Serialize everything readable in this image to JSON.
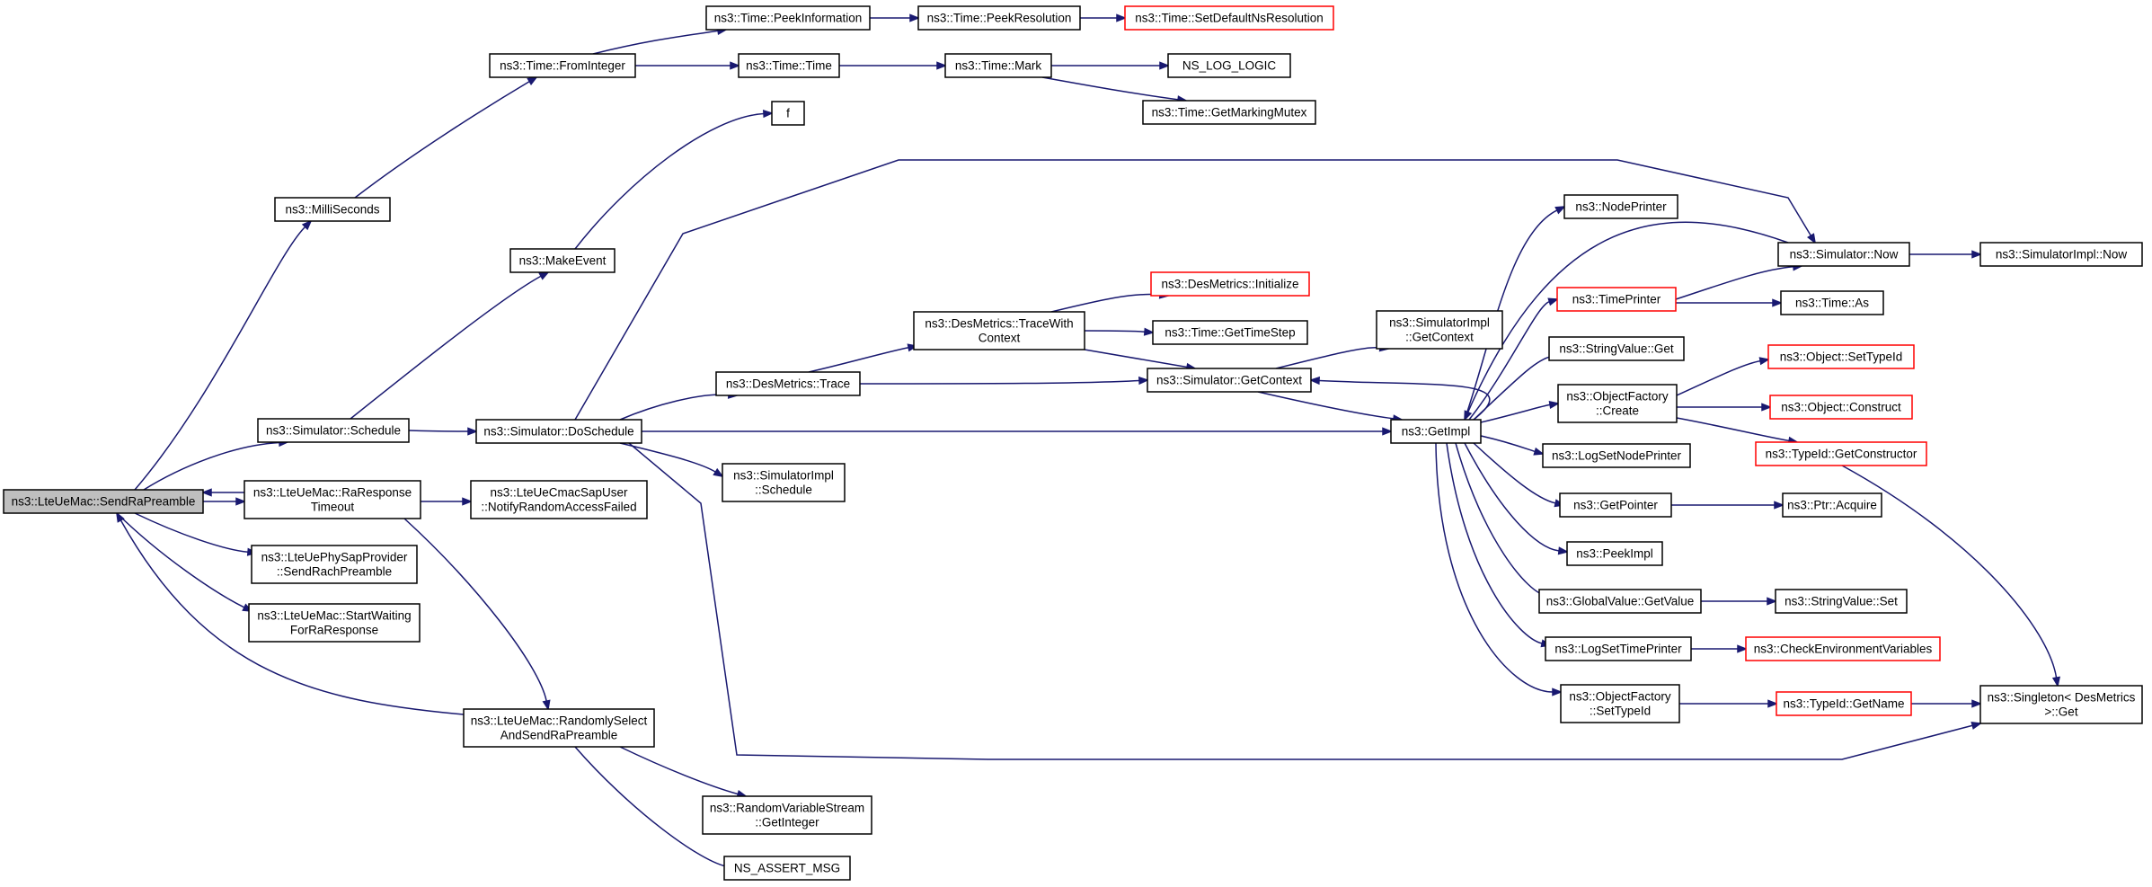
{
  "graph": {
    "nodes": {
      "root": {
        "lines": [
          "ns3::LteUeMac::SendRaPreamble"
        ]
      },
      "milliseconds": {
        "lines": [
          "ns3::MilliSeconds"
        ]
      },
      "fromInteger": {
        "lines": [
          "ns3::Time::FromInteger"
        ]
      },
      "peekInformation": {
        "lines": [
          "ns3::Time::PeekInformation"
        ]
      },
      "peekResolution": {
        "lines": [
          "ns3::Time::PeekResolution"
        ]
      },
      "setDefaultNsResolution": {
        "lines": [
          "ns3::Time::SetDefaultNsResolution"
        ]
      },
      "timeTime": {
        "lines": [
          "ns3::Time::Time"
        ]
      },
      "timeMark": {
        "lines": [
          "ns3::Time::Mark"
        ]
      },
      "nsLogLogic": {
        "lines": [
          "NS_LOG_LOGIC"
        ]
      },
      "getMarkingMutex": {
        "lines": [
          "ns3::Time::GetMarkingMutex"
        ]
      },
      "f": {
        "lines": [
          "f"
        ]
      },
      "makeEvent": {
        "lines": [
          "ns3::MakeEvent"
        ]
      },
      "schedule": {
        "lines": [
          "ns3::Simulator::Schedule"
        ]
      },
      "doSchedule": {
        "lines": [
          "ns3::Simulator::DoSchedule"
        ]
      },
      "desTrace": {
        "lines": [
          "ns3::DesMetrics::Trace"
        ]
      },
      "traceWithContext": {
        "lines": [
          "ns3::DesMetrics::TraceWith",
          "Context"
        ]
      },
      "desInitialize": {
        "lines": [
          "ns3::DesMetrics::Initialize"
        ]
      },
      "getTimeStep": {
        "lines": [
          "ns3::Time::GetTimeStep"
        ]
      },
      "getContext": {
        "lines": [
          "ns3::Simulator::GetContext"
        ]
      },
      "implGetContext": {
        "lines": [
          "ns3::SimulatorImpl",
          "::GetContext"
        ]
      },
      "implSchedule": {
        "lines": [
          "ns3::SimulatorImpl",
          "::Schedule"
        ]
      },
      "getImpl": {
        "lines": [
          "ns3::GetImpl"
        ]
      },
      "nodePrinter": {
        "lines": [
          "ns3::NodePrinter"
        ]
      },
      "timePrinter": {
        "lines": [
          "ns3::TimePrinter"
        ]
      },
      "simNow": {
        "lines": [
          "ns3::Simulator::Now"
        ]
      },
      "implNow": {
        "lines": [
          "ns3::SimulatorImpl::Now"
        ]
      },
      "timeAs": {
        "lines": [
          "ns3::Time::As"
        ]
      },
      "stringValueGet": {
        "lines": [
          "ns3::StringValue::Get"
        ]
      },
      "ofCreate": {
        "lines": [
          "ns3::ObjectFactory",
          "::Create"
        ]
      },
      "objSetTypeId": {
        "lines": [
          "ns3::Object::SetTypeId"
        ]
      },
      "objConstruct": {
        "lines": [
          "ns3::Object::Construct"
        ]
      },
      "getConstructor": {
        "lines": [
          "ns3::TypeId::GetConstructor"
        ]
      },
      "logSetNodePrinter": {
        "lines": [
          "ns3::LogSetNodePrinter"
        ]
      },
      "getPointer": {
        "lines": [
          "ns3::GetPointer"
        ]
      },
      "ptrAcquire": {
        "lines": [
          "ns3::Ptr::Acquire"
        ]
      },
      "peekImpl": {
        "lines": [
          "ns3::PeekImpl"
        ]
      },
      "gvGetValue": {
        "lines": [
          "ns3::GlobalValue::GetValue"
        ]
      },
      "svSet": {
        "lines": [
          "ns3::StringValue::Set"
        ]
      },
      "logSetTimePrinter": {
        "lines": [
          "ns3::LogSetTimePrinter"
        ]
      },
      "checkEnv": {
        "lines": [
          "ns3::CheckEnvironmentVariables"
        ]
      },
      "ofSetTypeId": {
        "lines": [
          "ns3::ObjectFactory",
          "::SetTypeId"
        ]
      },
      "typeIdGetName": {
        "lines": [
          "ns3::TypeId::GetName"
        ]
      },
      "singletonGet": {
        "lines": [
          "ns3::Singleton< DesMetrics",
          " >::Get"
        ]
      },
      "raResponseTimeout": {
        "lines": [
          "ns3::LteUeMac::RaResponse",
          "Timeout"
        ]
      },
      "notifyRaFailed": {
        "lines": [
          "ns3::LteUeCmacSapUser",
          "::NotifyRandomAccessFailed"
        ]
      },
      "sendRachPreamble": {
        "lines": [
          "ns3::LteUePhySapProvider",
          "::SendRachPreamble"
        ]
      },
      "startWaiting": {
        "lines": [
          "ns3::LteUeMac::StartWaiting",
          "ForRaResponse"
        ]
      },
      "randomlySelect": {
        "lines": [
          "ns3::LteUeMac::RandomlySelect",
          "AndSendRaPreamble"
        ]
      },
      "rvsGetInteger": {
        "lines": [
          "ns3::RandomVariableStream",
          "::GetInteger"
        ]
      },
      "nsAssertMsg": {
        "lines": [
          "NS_ASSERT_MSG"
        ]
      }
    }
  }
}
